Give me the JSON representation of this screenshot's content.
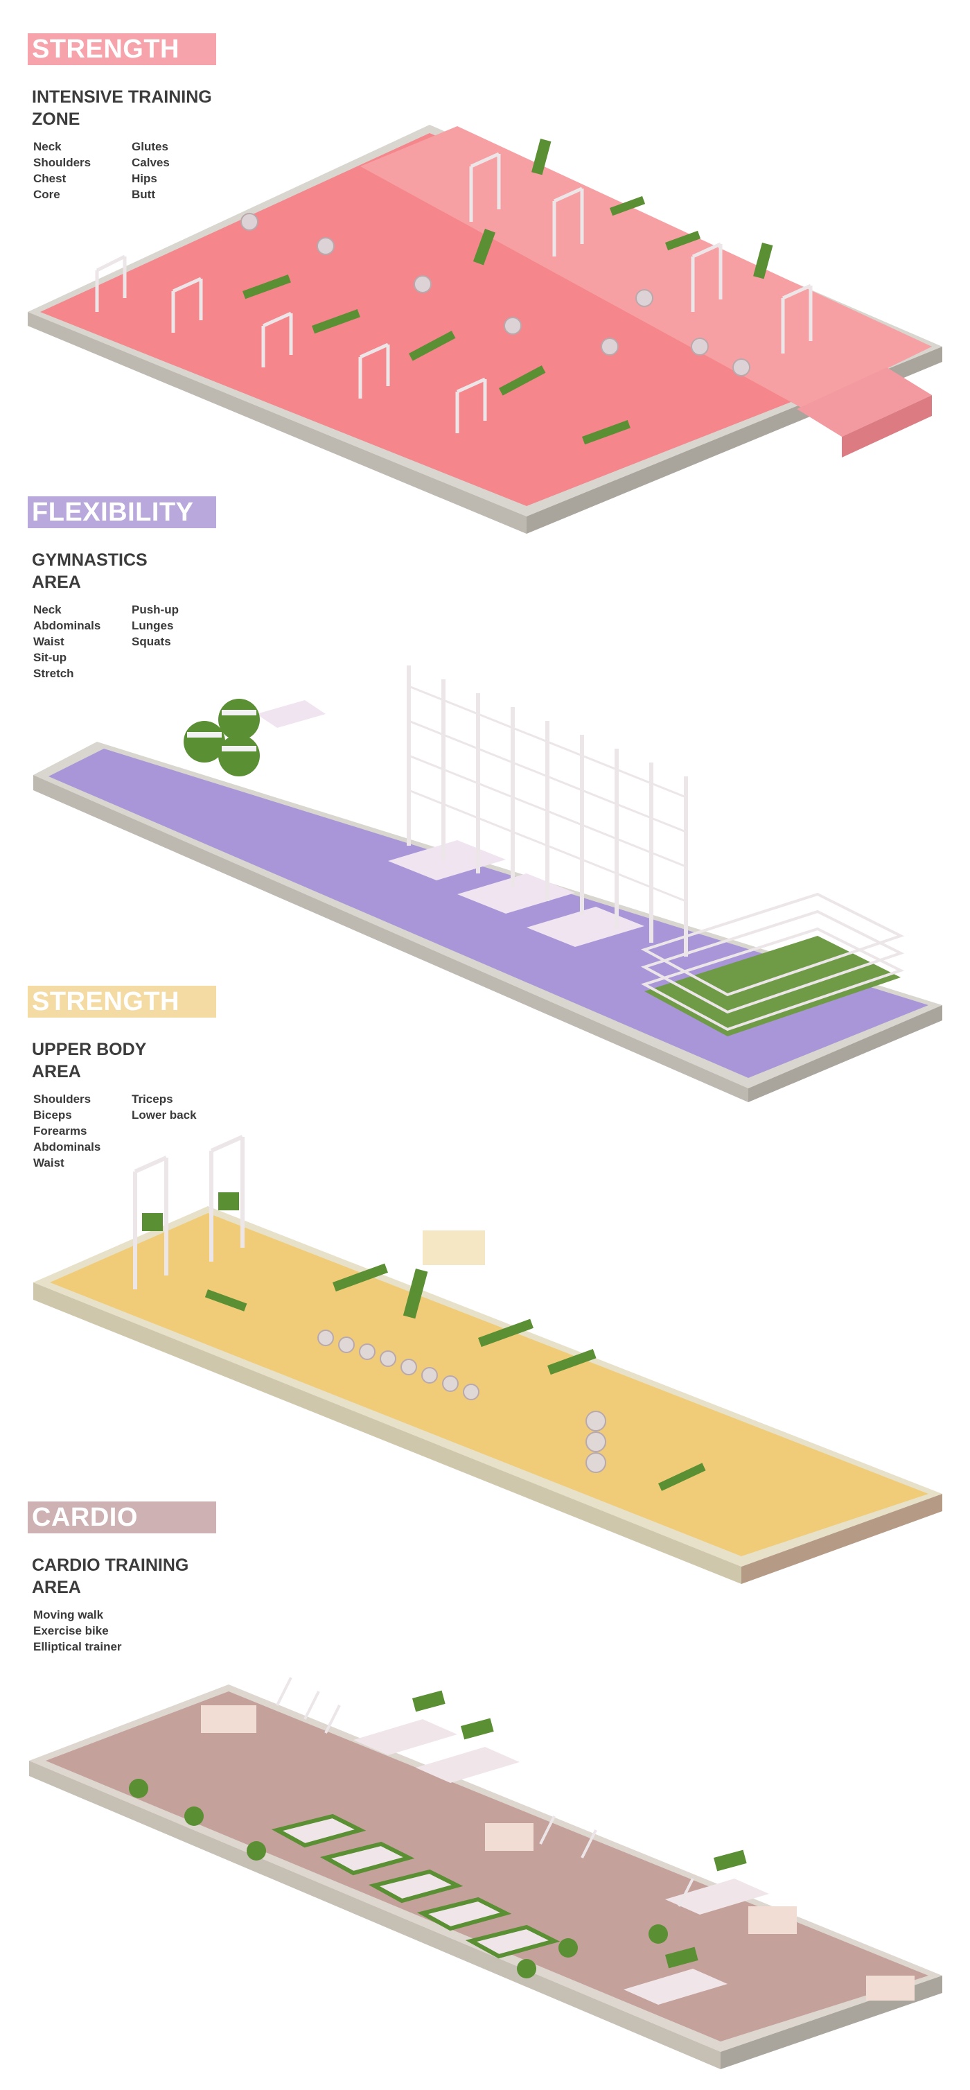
{
  "colors": {
    "strength_red": "#f6a3ac",
    "flexibility_purple": "#b9a8dc",
    "strength_yellow": "#f3dba3",
    "cardio_mauve": "#cdb1b3",
    "equipment_green": "#5a8f33",
    "equipment_white": "#ece6e9"
  },
  "sections": [
    {
      "badge": "STRENGTH",
      "title_line1": "INTENSIVE TRAINING",
      "title_line2": "ZONE",
      "items": [
        "Neck",
        "Shoulders",
        "Chest",
        "Core",
        "Glutes",
        "Calves",
        "Hips",
        "Butt"
      ]
    },
    {
      "badge": "FLEXIBILITY",
      "title_line1": "GYMNASTICS",
      "title_line2": "AREA",
      "items": [
        "Neck",
        "Abdominals",
        "Waist",
        "Sit-up",
        "Stretch",
        "Push-up",
        "Lunges",
        "Squats"
      ]
    },
    {
      "badge": "STRENGTH",
      "title_line1": "UPPER BODY",
      "title_line2": "AREA",
      "items": [
        "Shoulders",
        "Biceps",
        "Forearms",
        "Abdominals",
        "Waist",
        "Triceps",
        "Lower back"
      ]
    },
    {
      "badge": "CARDIO",
      "title_line1": "CARDIO TRAINING",
      "title_line2": "AREA",
      "items": [
        "Moving walk",
        "Exercise bike",
        "Elliptical trainer"
      ]
    }
  ]
}
